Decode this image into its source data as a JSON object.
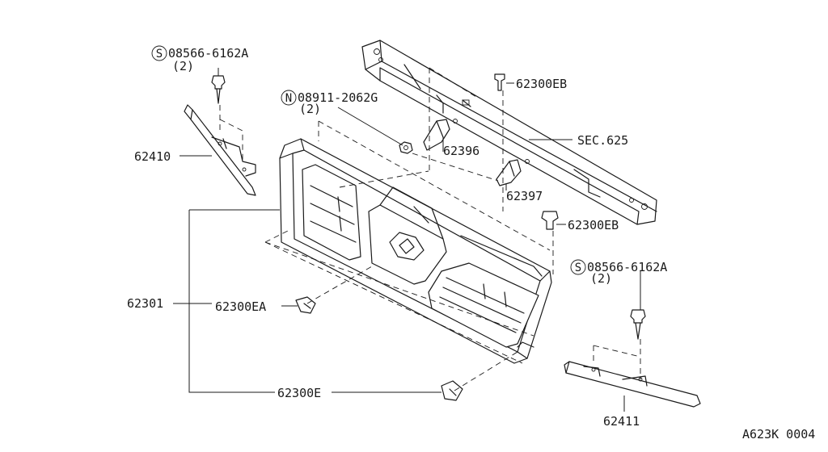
{
  "callouts": {
    "screw_top_left": {
      "prefix": "S",
      "number": "08566-6162A",
      "qty": "(2)"
    },
    "nut": {
      "prefix": "N",
      "number": "08911-2062G",
      "qty": "(2)"
    },
    "clip_top": "62300EB",
    "support": "SEC.625",
    "bracket_left": "62396",
    "bracket_right": "62397",
    "clip_mid": "62300EB",
    "screw_right": {
      "prefix": "S",
      "number": "08566-6162A",
      "qty": "(2)"
    },
    "molding_left": "62410",
    "grille": "62301",
    "clip_ea": "62300EA",
    "clip_e": "62300E",
    "molding_right": "62411"
  },
  "diagram_code": "A623K 0004"
}
